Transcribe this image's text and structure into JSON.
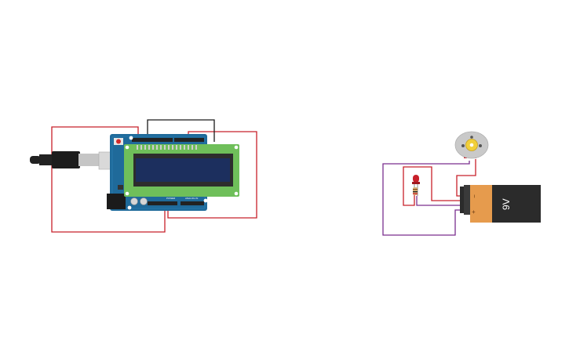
{
  "battery": {
    "label": "9V",
    "minus": "−",
    "plus": "+"
  },
  "arduino": {
    "power_label": "POWER",
    "analog_label": "ANALOG IN"
  },
  "colors": {
    "board_blue": "#1f6a9a",
    "lcd_green": "#6fbf5a",
    "lcd_screen": "#1c2f5e",
    "wire_red": "#c8202a",
    "wire_black": "#1a1a1a",
    "wire_purple": "#7a2f8e",
    "battery_orange": "#e69b4d",
    "battery_black": "#2b2b2b",
    "motor_gray": "#c9c9c9",
    "motor_shaft": "#f1cf3a"
  },
  "icons": [
    "usb-cable-icon",
    "led-icon",
    "resistor-icon",
    "motor-icon",
    "battery-icon"
  ]
}
